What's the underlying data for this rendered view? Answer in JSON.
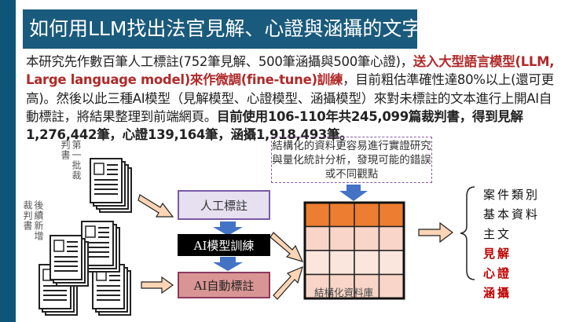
{
  "title": "如何用LLM找出法官見解、心證與涵攝的文字",
  "body": {
    "p1": "本研究先作數百筆人工標註(752筆見解、500筆涵攝與500筆心證)，",
    "p2_red": "送入大型語言模型(LLM, Large language model)來作微調(fine-tune)訓練",
    "p3": "，目前粗估準確性達80%以上(還可更高)。然後以此三種AI模型（見解模型、心證模型、涵攝模型）來對未標註的文本進行上開AI自動標註，將結果整理到前端網頁。",
    "p4_bold": "目前使用106-110年共245,099篇裁判書，得到見解1,276,442筆，心證139,164筆，涵攝1,918,493筆。"
  },
  "diagram": {
    "batch1_label": "第一批裁判書",
    "batch2_label": "後續新增裁判書",
    "manual": "人工標註",
    "train": "AI模型訓練",
    "auto": "AI自動標註",
    "note": "結構化的資料更容易進行實證研究與量化統計分析，發現可能的錯誤或不同觀點",
    "db_label": "結構化資料庫",
    "fields": [
      "案件類別",
      "基本資料",
      "主文",
      "見解",
      "心證",
      "涵攝"
    ]
  },
  "colors": {
    "sidebar": "#0e5677",
    "title_bg": "#1a5a7c",
    "accent_red": "#b02a2a",
    "grid_header": "#ed7d31",
    "arrow_blue": "#4472c4",
    "arrow_peach": "#fbd5b5"
  }
}
